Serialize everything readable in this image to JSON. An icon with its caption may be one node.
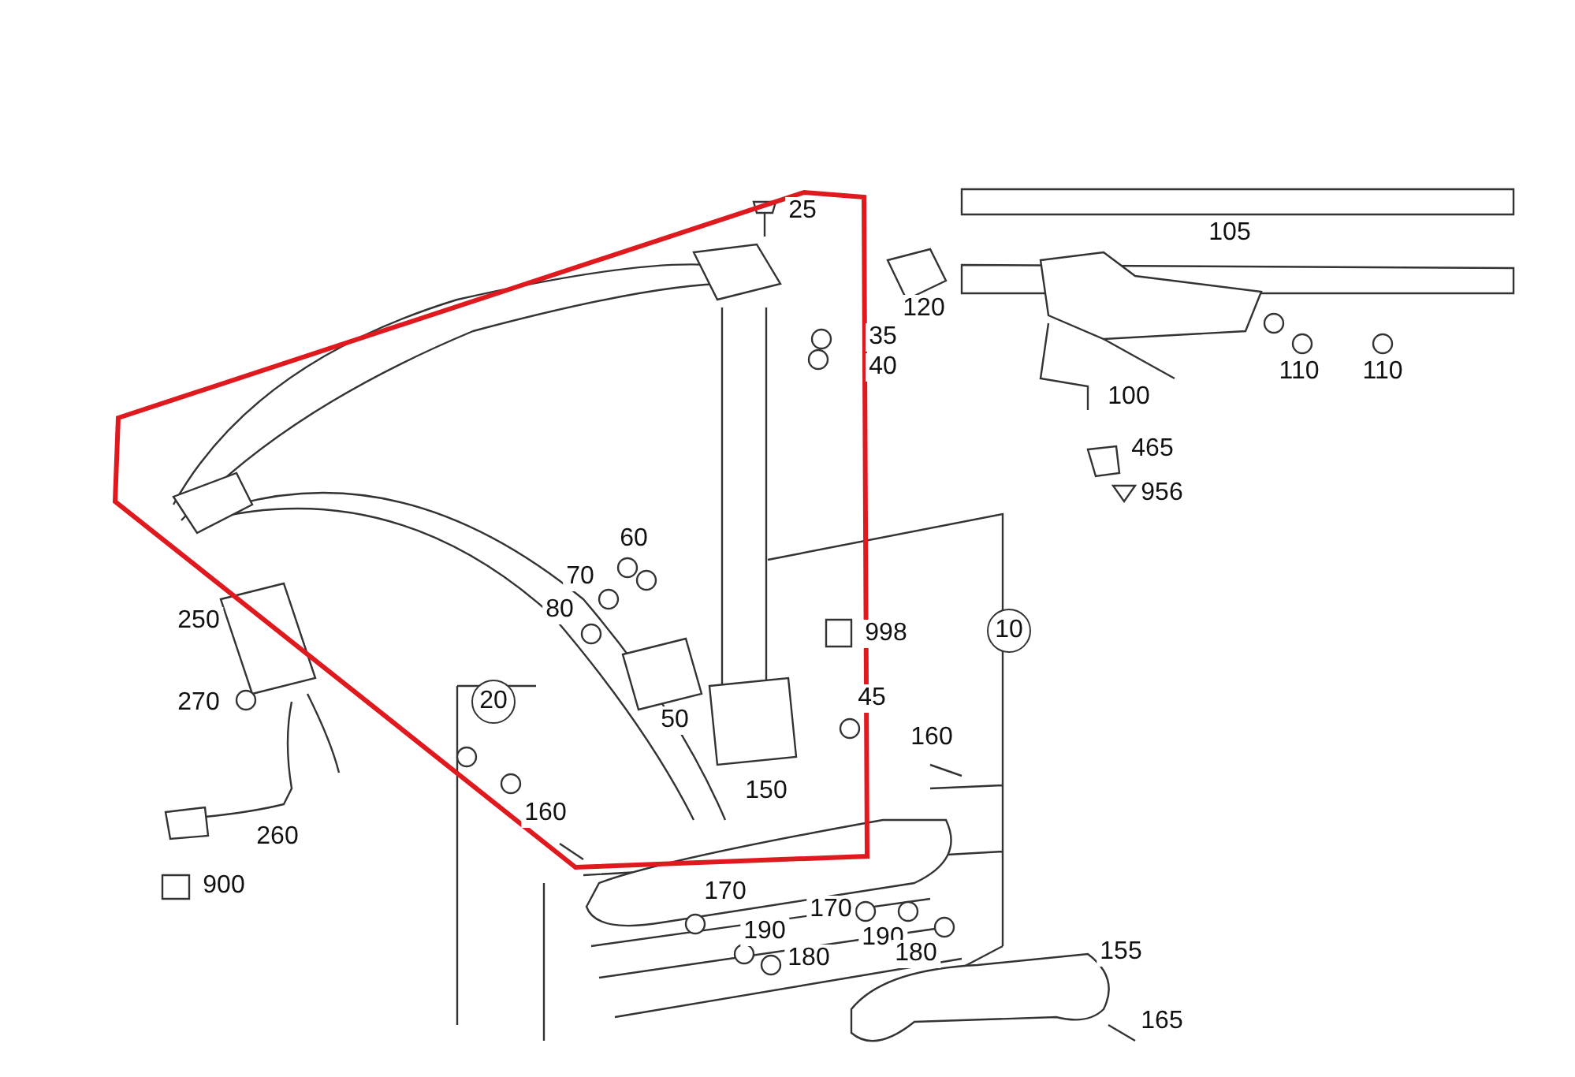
{
  "diagram": {
    "nodes": [
      {
        "text": [
          "10"
        ]
      },
      {
        "text": [
          "20"
        ]
      }
    ],
    "labels": [
      "25",
      "105",
      "35",
      "40",
      "120",
      "100",
      "110",
      "110",
      "465",
      "956",
      "60",
      "70",
      "80",
      "250",
      "998",
      "270",
      "45",
      "50",
      "160",
      "150",
      "260",
      "160",
      "900",
      "170",
      "170",
      "190",
      "190",
      "180",
      "180",
      "155",
      "165"
    ]
  }
}
